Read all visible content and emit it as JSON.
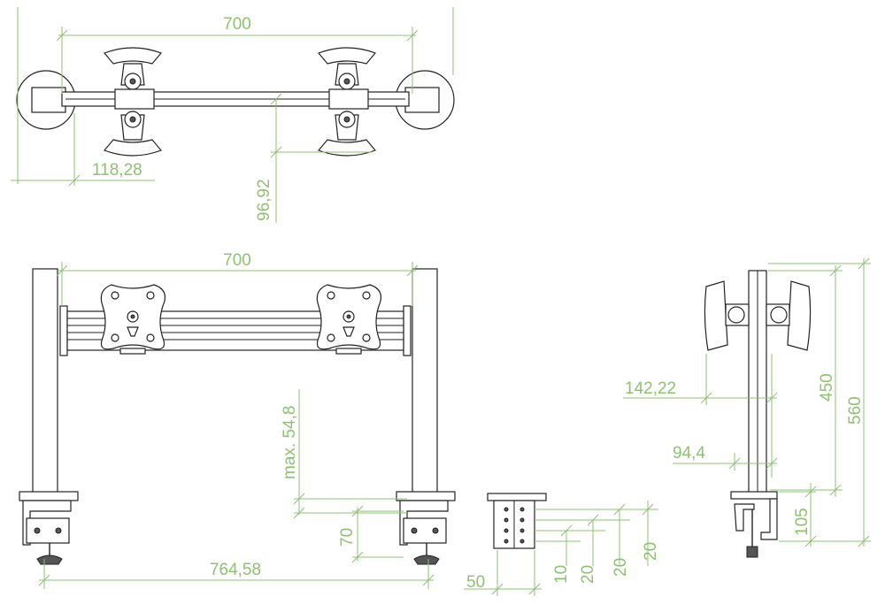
{
  "colors": {
    "dimension": "#8dc26f",
    "drawing": "#222222",
    "background": "#ffffff"
  },
  "units": "mm (unlabeled)",
  "views": {
    "top": {
      "beam_length": "700",
      "clamp_offset": "118,28",
      "mount_depth": "96,92"
    },
    "front": {
      "beam_length": "700",
      "max_offset": "max. 54,8",
      "clamp_height": "70",
      "total_width": "764,58"
    },
    "detail": {
      "plate_width": "50",
      "hole_spacings": [
        "10",
        "20",
        "20",
        "20"
      ]
    },
    "side": {
      "arm_depth": "142,22",
      "post_offset": "94,4",
      "clamp_height": "105",
      "beam_height": "450",
      "total_height": "560"
    }
  }
}
